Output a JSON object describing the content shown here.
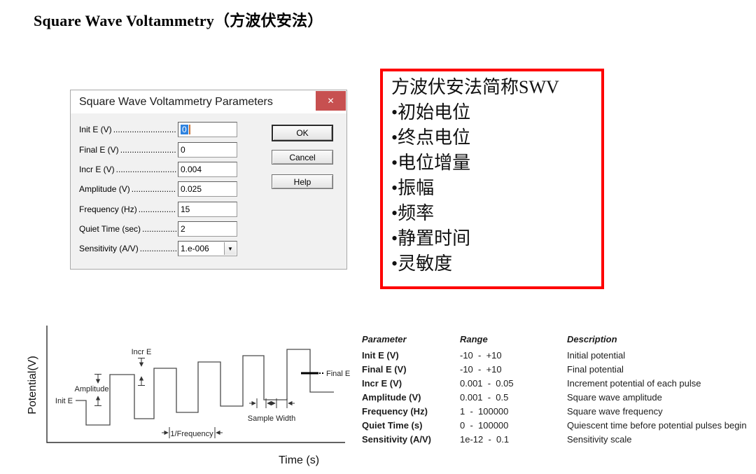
{
  "page": {
    "title": "Square Wave Voltammetry（方波伏安法）"
  },
  "dialog": {
    "title": "Square Wave Voltammetry Parameters",
    "close_glyph": "✕",
    "dropdown_glyph": "▼",
    "leader_dots": "....................................................",
    "fields": [
      {
        "label": "Init E (V)",
        "value": "0"
      },
      {
        "label": "Final E (V)",
        "value": "0"
      },
      {
        "label": "Incr E (V)",
        "value": "0.004"
      },
      {
        "label": "Amplitude (V)",
        "value": "0.025"
      },
      {
        "label": "Frequency (Hz)",
        "value": "15"
      },
      {
        "label": "Quiet Time (sec)",
        "value": "2"
      },
      {
        "label": "Sensitivity (A/V)",
        "value": "1.e-006"
      }
    ],
    "buttons": [
      {
        "label": "OK"
      },
      {
        "label": "Cancel"
      },
      {
        "label": "Help"
      }
    ]
  },
  "note_box": {
    "border_color": "#fe0000",
    "lines": [
      "方波伏安法简称SWV",
      "•初始电位",
      "•终点电位",
      "•电位增量",
      "•振幅",
      "•频率",
      "•静置时间",
      "•灵敏度"
    ]
  },
  "diagram": {
    "y_axis_label": "Potential(V)",
    "x_axis_label": "Time (s)",
    "labels": {
      "init_e": "Init E",
      "amplitude": "Amplitude",
      "incr_e": "Incr E",
      "inv_frequency": "1/Frequency",
      "sample_width": "Sample Width",
      "final_e": "Final E"
    }
  },
  "param_table": {
    "headers": {
      "parameter": "Parameter",
      "range": "Range",
      "description": "Description"
    },
    "rows": [
      {
        "parameter": "Init E (V)",
        "range": "-10  -  +10",
        "description": "Initial potential"
      },
      {
        "parameter": "Final E (V)",
        "range": "-10  -  +10",
        "description": "Final potential"
      },
      {
        "parameter": "Incr E (V)",
        "range": "0.001  -  0.05",
        "description": "Increment potential of each pulse"
      },
      {
        "parameter": "Amplitude (V)",
        "range": "0.001  -  0.5",
        "description": "Square wave amplitude"
      },
      {
        "parameter": "Frequency (Hz)",
        "range": "1  -  100000",
        "description": "Square wave frequency"
      },
      {
        "parameter": "Quiet Time (s)",
        "range": "0  -  100000",
        "description": "Quiescent time before potential pulses begin"
      },
      {
        "parameter": "Sensitivity (A/V)",
        "range": "1e-12  -  0.1",
        "description": "Sensitivity scale"
      }
    ]
  }
}
